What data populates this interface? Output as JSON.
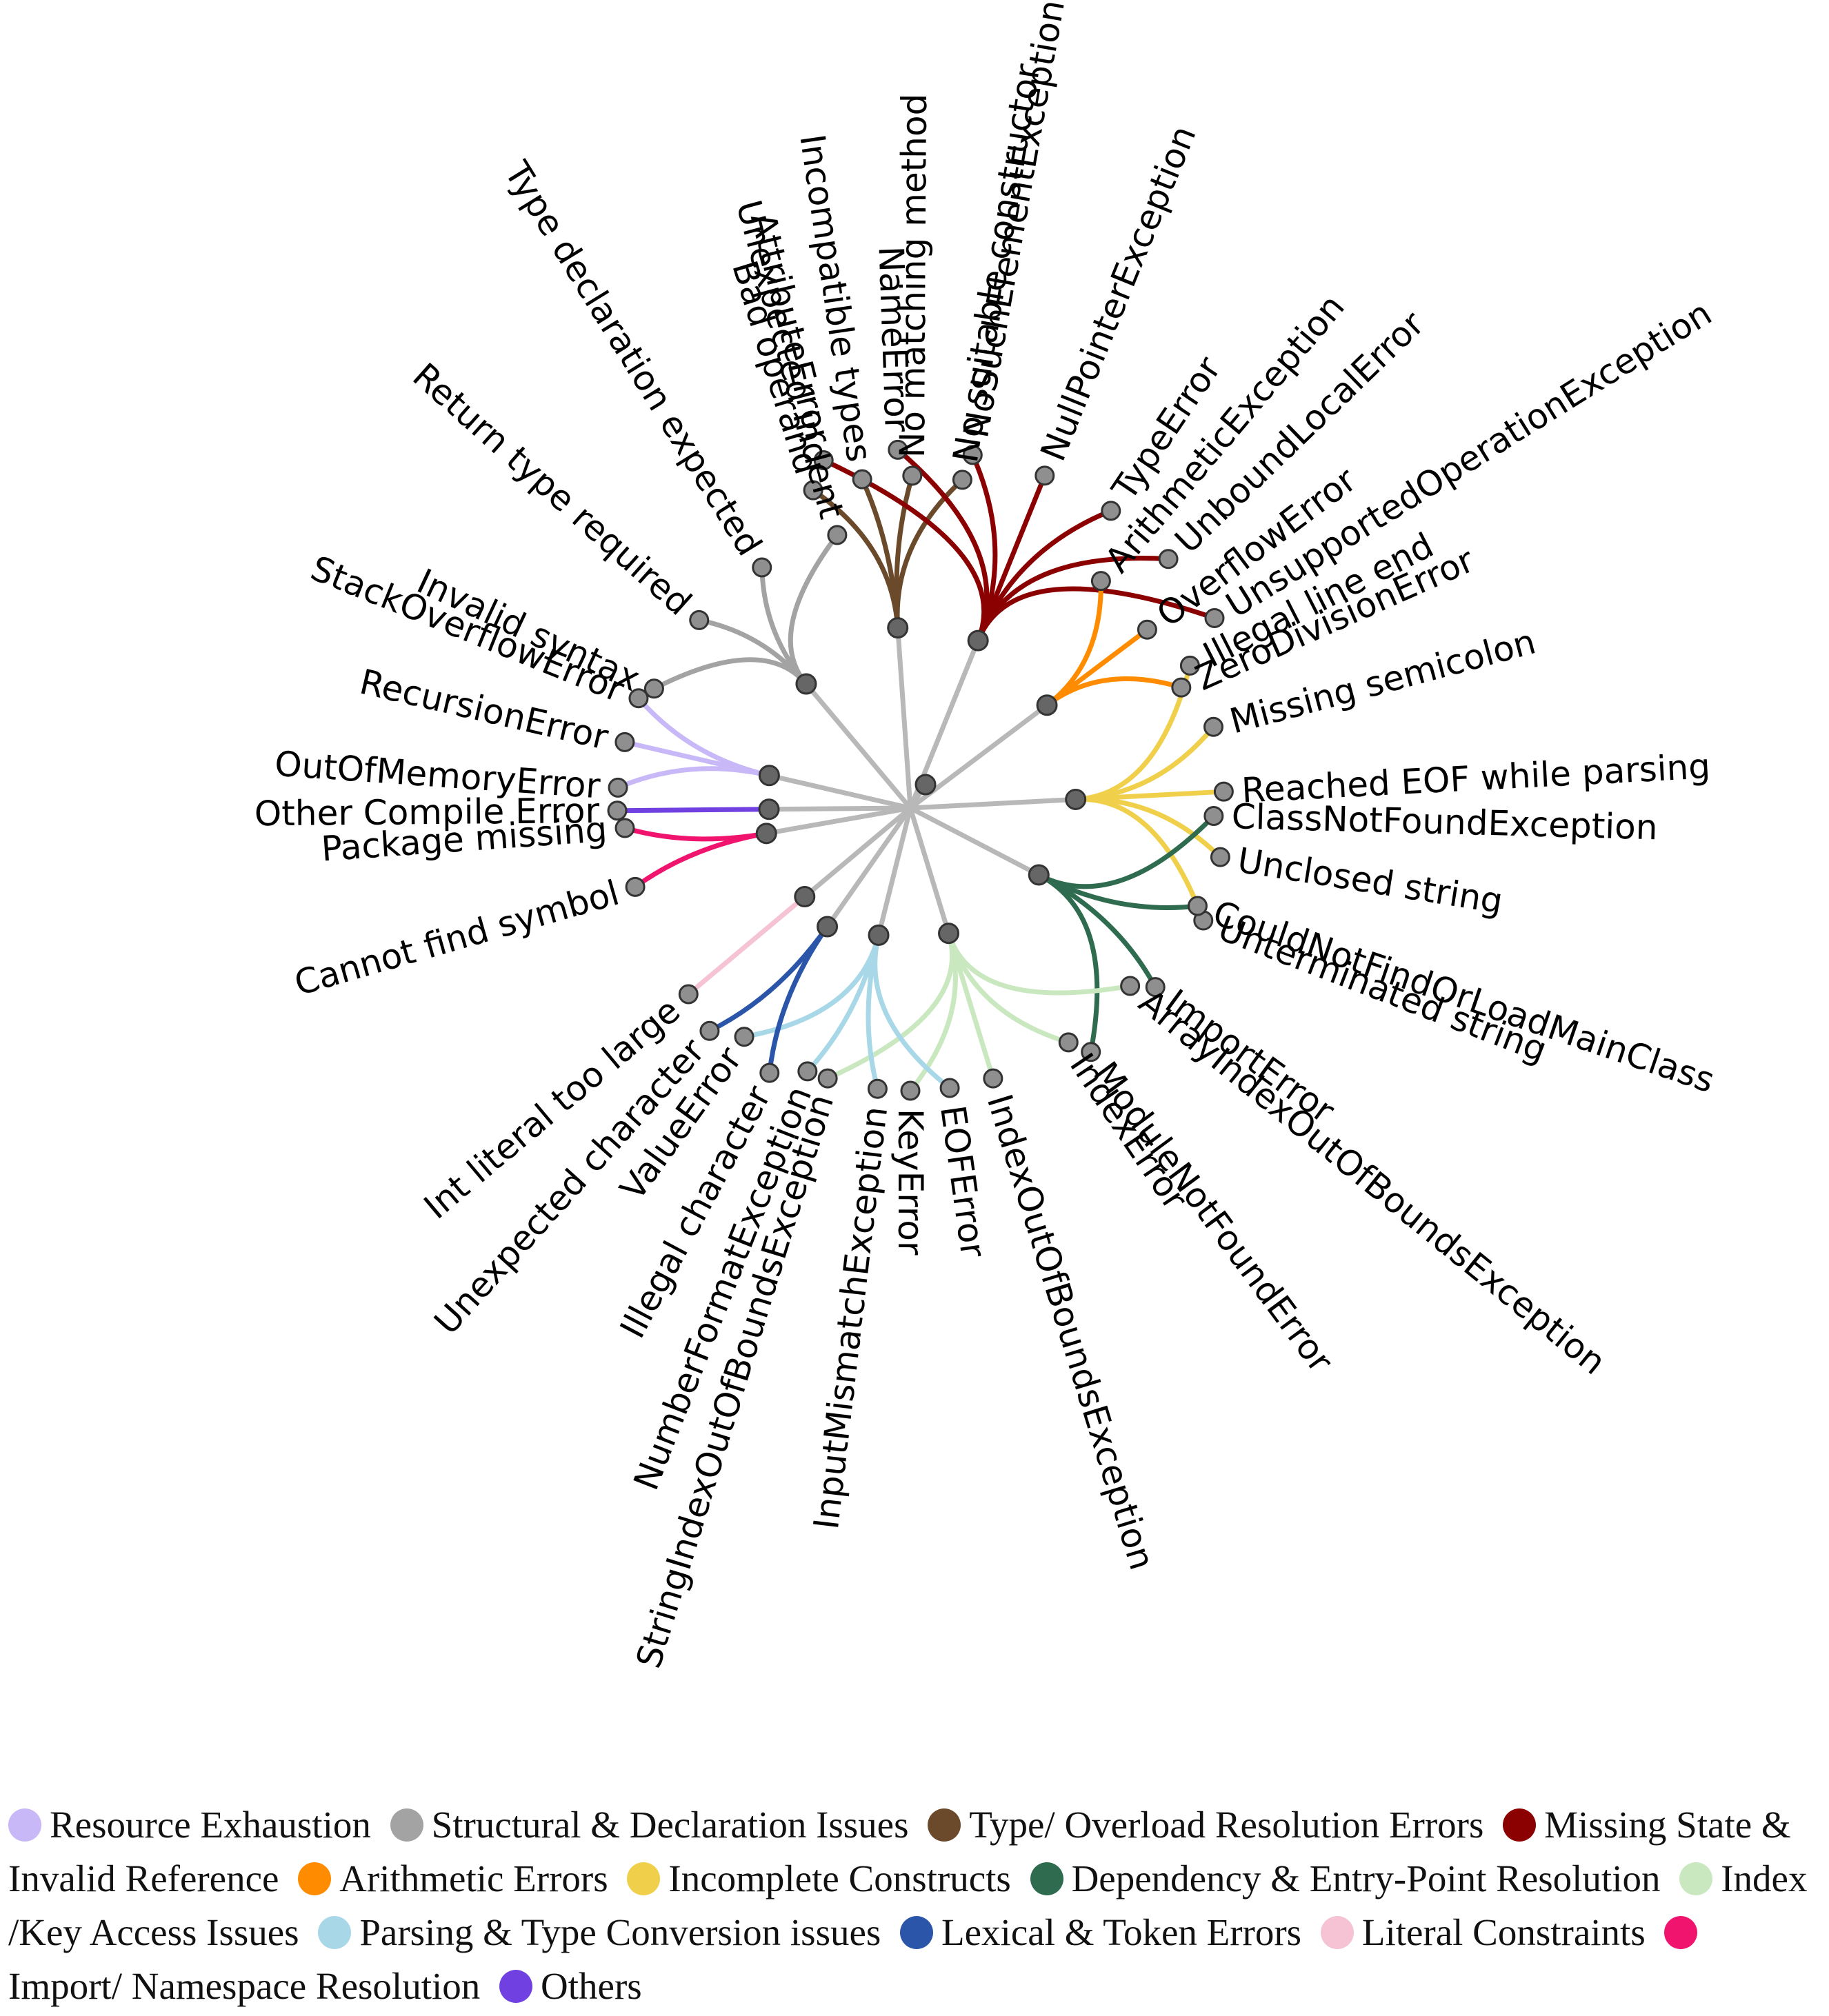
{
  "categories": [
    {
      "id": "struct",
      "name": "Structural & Declaration Issues",
      "color": "#a3a3a3",
      "leaves": [
        "Invalid syntax",
        "Return type required",
        "Type declaration expected",
        "Unexpected indent"
      ]
    },
    {
      "id": "type",
      "name": "Type/ Overload Resolution Errors",
      "color": "#6b4a2b",
      "leaves": [
        "Bad operand",
        "Incompatible types",
        "No matching method",
        "No suitable constructor"
      ]
    },
    {
      "id": "missing",
      "name": "Missing State & Invalid Reference",
      "color": "#8b0000",
      "leaves": [
        "AttributeError",
        "NameError",
        "NoSuchElementException",
        "NullPointerException",
        "TypeError",
        "UnboundLocalError",
        "UnsupportedOperationException"
      ]
    },
    {
      "id": "arith",
      "name": "Arithmetic Errors",
      "color": "#ff8c00",
      "leaves": [
        "ArithmeticException",
        "OverflowError",
        "ZeroDivisionError"
      ]
    },
    {
      "id": "incomplete",
      "name": "Incomplete Constructs",
      "color": "#f0d04a",
      "leaves": [
        "Illegal line end",
        "Missing semicolon",
        "Reached EOF while parsing",
        "Unclosed string",
        "Unterminated string"
      ]
    },
    {
      "id": "dep",
      "name": "Dependency & Entry-Point Resolution",
      "color": "#2e6b4f",
      "leaves": [
        "ClassNotFoundException",
        "CouldNotFindOrLoadMainClass",
        "ImportError",
        "ModuleNotFoundError"
      ]
    },
    {
      "id": "index",
      "name": "Index /Key Access Issues",
      "color": "#c9e8c0",
      "leaves": [
        "ArrayIndexOutOfBoundsException",
        "IndexError",
        "IndexOutOfBoundsException",
        "KeyError",
        "StringIndexOutOfBoundsException"
      ]
    },
    {
      "id": "parsing",
      "name": "Parsing & Type Conversion issues",
      "color": "#a8d8e8",
      "leaves": [
        "EOFError",
        "InputMismatchException",
        "NumberFormatException",
        "ValueError"
      ]
    },
    {
      "id": "lexical",
      "name": "Lexical & Token Errors",
      "color": "#2a55a8",
      "leaves": [
        "Illegal character",
        "Unexpected character"
      ]
    },
    {
      "id": "literal",
      "name": "Literal Constraints",
      "color": "#f5c3d3",
      "leaves": [
        "Int literal too large"
      ]
    },
    {
      "id": "import",
      "name": "Import/ Namespace Resolution",
      "color": "#f0146e",
      "leaves": [
        "Cannot find symbol",
        "Package missing"
      ]
    },
    {
      "id": "others",
      "name": "Others",
      "color": "#7040e0",
      "leaves": [
        "Other Compile Error"
      ]
    },
    {
      "id": "resource",
      "name": "Resource Exhaustion",
      "color": "#c8b8f8",
      "leaves": [
        "OutOfMemoryError",
        "RecursionError",
        "StackOverflowError"
      ]
    }
  ],
  "legend_order": [
    "resource",
    "struct",
    "type",
    "missing",
    "arith",
    "incomplete",
    "dep",
    "index",
    "parsing",
    "lexical",
    "literal",
    "import",
    "others"
  ],
  "trunk_color": "#b8b8b8",
  "node_fill": "#666666",
  "leaf_fill": "#8f8f8f"
}
